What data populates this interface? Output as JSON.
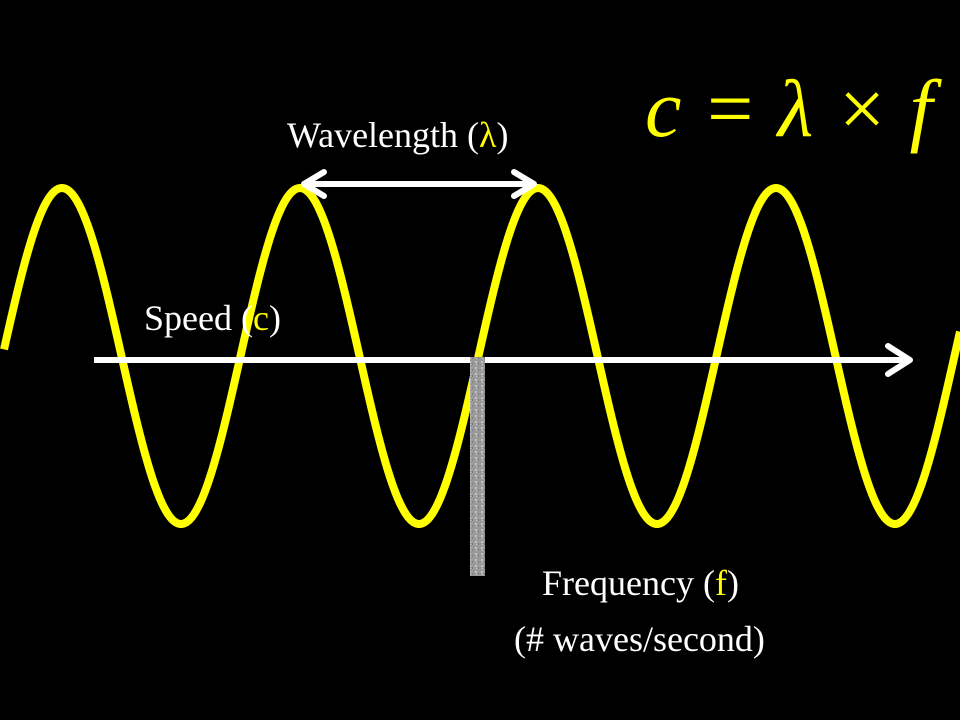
{
  "labels": {
    "wavelength_text": "Wavelength (",
    "wavelength_symbol": "λ",
    "wavelength_close": ")",
    "speed_text": "Speed (",
    "speed_symbol": "c",
    "speed_close": ")",
    "frequency_text": "Frequency (",
    "frequency_symbol": "f",
    "frequency_close": ")",
    "frequency_note": "(# waves/second)"
  },
  "formula": "c = λ × f",
  "colors": {
    "background": "#000000",
    "wave": "#ffff00",
    "arrows": "#ffffff",
    "highlight_text": "#ffff00",
    "text": "#ffffff",
    "marker": "#a9a9a9"
  }
}
